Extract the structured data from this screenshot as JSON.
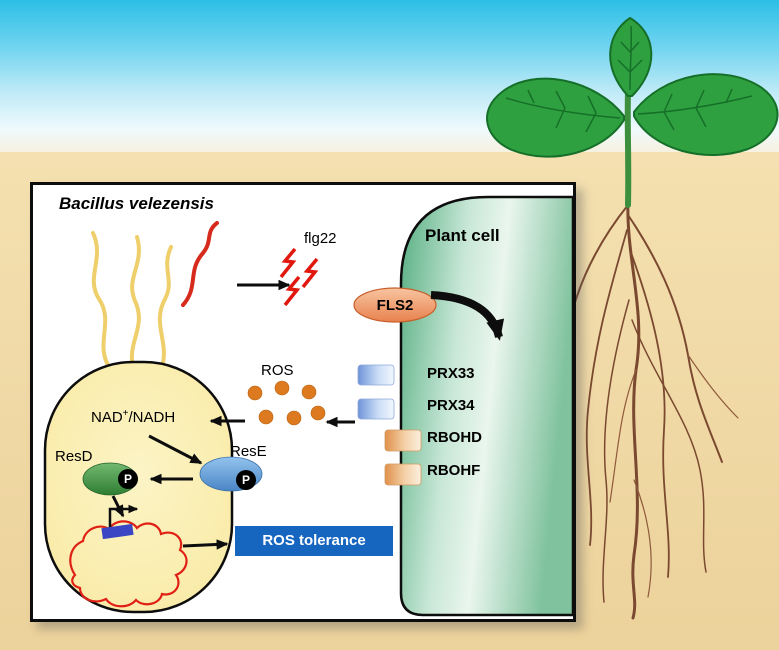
{
  "figure": {
    "bacterium": {
      "title": "Bacillus velezensis",
      "nad": {
        "base": "NAD",
        "sup": "+",
        "rest": "/NADH"
      },
      "resd_label": "ResD",
      "rese_label": "ResE",
      "phosphate": "P",
      "output_box": "ROS tolerance"
    },
    "signaling": {
      "flg22": "flg22",
      "receptor": "FLS2",
      "ros": "ROS"
    },
    "plant": {
      "title": "Plant cell",
      "genes": [
        "PRX33",
        "PRX34",
        "RBOHD",
        "RBOHF"
      ]
    }
  },
  "colors": {
    "sky_top": "#2CBFE6",
    "soil": "#F2DCA9",
    "panel_border": "#0d0d0d",
    "bacterium_fill": "#F9EBA8",
    "plant_cell_green": "#55AE81",
    "fls2_fill": "#E8824E",
    "lightning_red": "#E0180E",
    "flagella_yellow": "#EFCF6B",
    "flagellin_red": "#D62B1C",
    "ros_dot_orange": "#DD7A1F",
    "rese_blue": "#4A86C6",
    "resd_green": "#2E7D33",
    "plasmid_red": "#E02015",
    "promoter_blue": "#3A46C4",
    "ros_tolerance_bg": "#1666C0",
    "leaf_green": "#2FA03F",
    "root_brown": "#7A4930"
  }
}
